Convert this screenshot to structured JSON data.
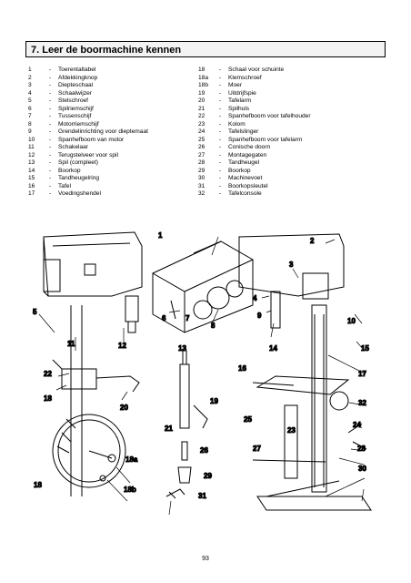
{
  "section_heading": "7.  Leer de boormachine kennen",
  "parts_left": [
    {
      "num": "1",
      "label": "Toerentaltabel"
    },
    {
      "num": "2",
      "label": "Afdekkingknop"
    },
    {
      "num": "3",
      "label": "Diepteschaal"
    },
    {
      "num": "4",
      "label": "Schaalwijzer"
    },
    {
      "num": "5",
      "label": "Stelschroef"
    },
    {
      "num": "6",
      "label": "Spilriemschijf"
    },
    {
      "num": "7",
      "label": "Tussenschijf"
    },
    {
      "num": "8",
      "label": "Motorriemschijf"
    },
    {
      "num": "9",
      "label": "Grendelinrichting voor dieptemaat"
    },
    {
      "num": "10",
      "label": "Spanhefboom van motor"
    },
    {
      "num": "11",
      "label": "Schakelaar"
    },
    {
      "num": "12",
      "label": "Terugstelveer voor spil"
    },
    {
      "num": "13",
      "label": "Spil (compleet)"
    },
    {
      "num": "14",
      "label": "Boorkop"
    },
    {
      "num": "15",
      "label": "Tandheugelring"
    },
    {
      "num": "16",
      "label": "Tafel"
    },
    {
      "num": "17",
      "label": "Voedingshendel"
    }
  ],
  "parts_right": [
    {
      "num": "18",
      "label": "Schaal voor schuinte"
    },
    {
      "num": "18a",
      "label": "Klemschroef"
    },
    {
      "num": "18b",
      "label": "Moer"
    },
    {
      "num": "19",
      "label": "Uitdrijfspie"
    },
    {
      "num": "20",
      "label": "Tafelarm"
    },
    {
      "num": "21",
      "label": "Spilhuls"
    },
    {
      "num": "22",
      "label": "Spanhefboom voor tafelhouder"
    },
    {
      "num": "23",
      "label": "Kolom"
    },
    {
      "num": "24",
      "label": "Tafelslinger"
    },
    {
      "num": "25",
      "label": "Spanhefboom voor tafelarm"
    },
    {
      "num": "26",
      "label": "Conische doorn"
    },
    {
      "num": "27",
      "label": "Montagegaten"
    },
    {
      "num": "28",
      "label": "Tandheugel"
    },
    {
      "num": "29",
      "label": "Boorkop"
    },
    {
      "num": "30",
      "label": "Machinevoet"
    },
    {
      "num": "31",
      "label": "Boorkopsleutel"
    },
    {
      "num": "32",
      "label": "Tafelconsole"
    }
  ],
  "dash": "-",
  "figure_callouts": {
    "c1": "1",
    "c2": "2",
    "c3": "3",
    "c4": "4",
    "c5": "5",
    "c6": "6",
    "c7": "7",
    "c8": "8",
    "c9": "9",
    "c10": "10",
    "c11": "11",
    "c12": "12",
    "c13": "13",
    "c14": "14",
    "c15": "15",
    "c16": "16",
    "c17": "17",
    "c18": "18",
    "c18l": "18",
    "c18a": "18a",
    "c18b": "18b",
    "c19": "19",
    "c20": "20",
    "c21": "21",
    "c22": "22",
    "c23": "23",
    "c24": "24",
    "c25": "25",
    "c26": "26",
    "c27": "27",
    "c28": "28",
    "c29": "29",
    "c30": "30",
    "c31": "31",
    "c32": "32"
  },
  "page_number": "93"
}
